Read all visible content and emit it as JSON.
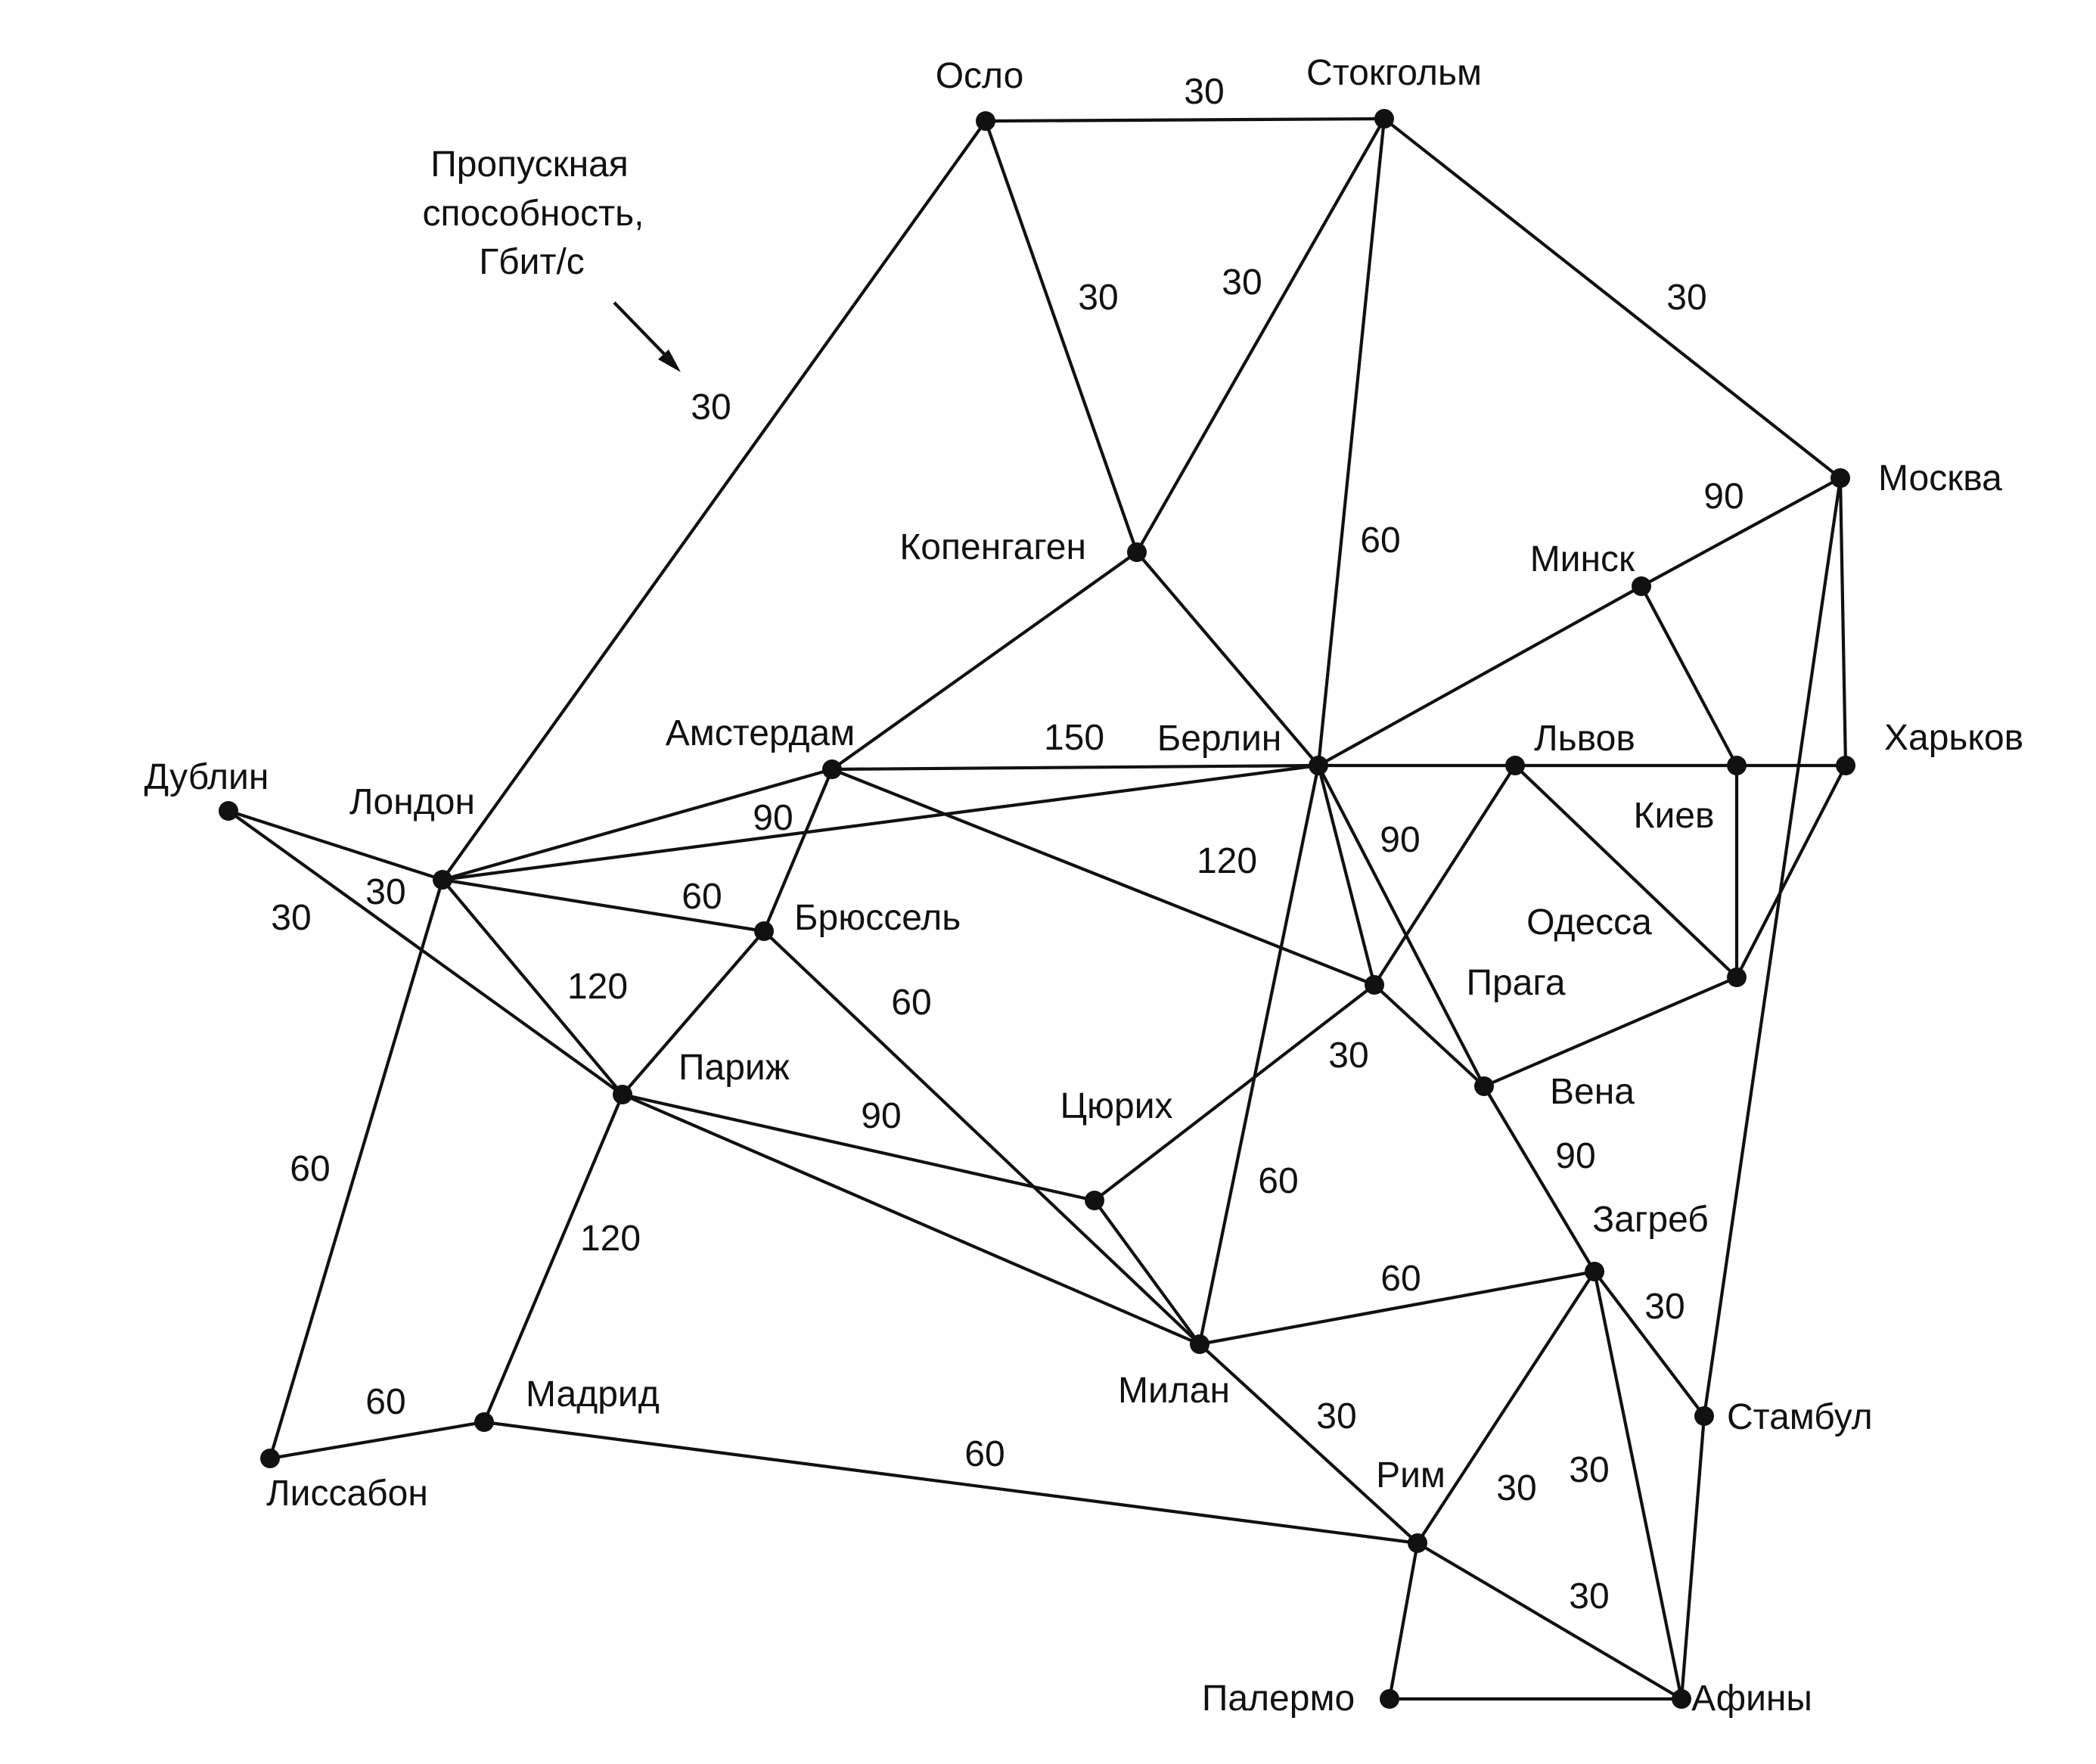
{
  "caption": {
    "lines": [
      "Пропускная",
      "способность,",
      "Гбит/с"
    ]
  },
  "nodes": [
    {
      "id": "oslo",
      "label": "Осло"
    },
    {
      "id": "stockholm",
      "label": "Стокгольм"
    },
    {
      "id": "copenhagen",
      "label": "Копенгаген"
    },
    {
      "id": "moscow",
      "label": "Москва"
    },
    {
      "id": "minsk",
      "label": "Минск"
    },
    {
      "id": "kharkov",
      "label": "Харьков"
    },
    {
      "id": "kiev",
      "label": "Киев"
    },
    {
      "id": "lvov",
      "label": "Львов"
    },
    {
      "id": "berlin",
      "label": "Берлин"
    },
    {
      "id": "amsterdam",
      "label": "Амстердам"
    },
    {
      "id": "dublin",
      "label": "Дублин"
    },
    {
      "id": "london",
      "label": "Лондон"
    },
    {
      "id": "brussels",
      "label": "Брюссель"
    },
    {
      "id": "paris",
      "label": "Париж"
    },
    {
      "id": "odessa",
      "label": "Одесса"
    },
    {
      "id": "prague",
      "label": "Прага"
    },
    {
      "id": "vienna",
      "label": "Вена"
    },
    {
      "id": "zurich",
      "label": "Цюрих"
    },
    {
      "id": "zagreb",
      "label": "Загреб"
    },
    {
      "id": "milan",
      "label": "Милан"
    },
    {
      "id": "istanbul",
      "label": "Стамбул"
    },
    {
      "id": "madrid",
      "label": "Мадрид"
    },
    {
      "id": "lisbon",
      "label": "Лиссабон"
    },
    {
      "id": "rome",
      "label": "Рим"
    },
    {
      "id": "palermo",
      "label": "Палермо"
    },
    {
      "id": "athens",
      "label": "Афины"
    }
  ],
  "edges": [
    {
      "from": "oslo",
      "to": "stockholm",
      "capacity": "30"
    },
    {
      "from": "oslo",
      "to": "copenhagen",
      "capacity": "30"
    },
    {
      "from": "oslo",
      "to": "london",
      "capacity": "30"
    },
    {
      "from": "stockholm",
      "to": "copenhagen",
      "capacity": "30"
    },
    {
      "from": "stockholm",
      "to": "berlin",
      "capacity": "60"
    },
    {
      "from": "stockholm",
      "to": "moscow",
      "capacity": "30"
    },
    {
      "from": "copenhagen",
      "to": "amsterdam",
      "capacity": ""
    },
    {
      "from": "copenhagen",
      "to": "berlin",
      "capacity": ""
    },
    {
      "from": "moscow",
      "to": "minsk",
      "capacity": "90"
    },
    {
      "from": "moscow",
      "to": "kharkov",
      "capacity": ""
    },
    {
      "from": "moscow",
      "to": "istanbul",
      "capacity": ""
    },
    {
      "from": "minsk",
      "to": "berlin",
      "capacity": ""
    },
    {
      "from": "minsk",
      "to": "kiev",
      "capacity": ""
    },
    {
      "from": "kharkov",
      "to": "odessa",
      "capacity": ""
    },
    {
      "from": "kiev",
      "to": "odessa",
      "capacity": ""
    },
    {
      "from": "amsterdam",
      "to": "berlin",
      "capacity": "150"
    },
    {
      "from": "berlin",
      "to": "lvov",
      "capacity": ""
    },
    {
      "from": "lvov",
      "to": "kiev",
      "capacity": ""
    },
    {
      "from": "kiev",
      "to": "kharkov",
      "capacity": ""
    },
    {
      "from": "amsterdam",
      "to": "london",
      "capacity": "90"
    },
    {
      "from": "amsterdam",
      "to": "brussels",
      "capacity": ""
    },
    {
      "from": "amsterdam",
      "to": "prague",
      "capacity": "120"
    },
    {
      "from": "london",
      "to": "berlin",
      "capacity": ""
    },
    {
      "from": "london",
      "to": "brussels",
      "capacity": "60"
    },
    {
      "from": "london",
      "to": "paris",
      "capacity": "120"
    },
    {
      "from": "london",
      "to": "lisbon",
      "capacity": "60"
    },
    {
      "from": "dublin",
      "to": "london",
      "capacity": "30"
    },
    {
      "from": "dublin",
      "to": "paris",
      "capacity": "30"
    },
    {
      "from": "brussels",
      "to": "paris",
      "capacity": ""
    },
    {
      "from": "brussels",
      "to": "milan",
      "capacity": "60"
    },
    {
      "from": "berlin",
      "to": "prague",
      "capacity": "90"
    },
    {
      "from": "berlin",
      "to": "vienna",
      "capacity": ""
    },
    {
      "from": "berlin",
      "to": "milan",
      "capacity": "60"
    },
    {
      "from": "lvov",
      "to": "prague",
      "capacity": ""
    },
    {
      "from": "lvov",
      "to": "odessa",
      "capacity": ""
    },
    {
      "from": "prague",
      "to": "zurich",
      "capacity": "30"
    },
    {
      "from": "prague",
      "to": "vienna",
      "capacity": ""
    },
    {
      "from": "odessa",
      "to": "vienna",
      "capacity": ""
    },
    {
      "from": "vienna",
      "to": "zagreb",
      "capacity": "90"
    },
    {
      "from": "paris",
      "to": "zurich",
      "capacity": "90"
    },
    {
      "from": "paris",
      "to": "milan",
      "capacity": ""
    },
    {
      "from": "paris",
      "to": "madrid",
      "capacity": "120"
    },
    {
      "from": "zurich",
      "to": "milan",
      "capacity": ""
    },
    {
      "from": "milan",
      "to": "zagreb",
      "capacity": "60"
    },
    {
      "from": "milan",
      "to": "rome",
      "capacity": "30"
    },
    {
      "from": "zagreb",
      "to": "istanbul",
      "capacity": "30"
    },
    {
      "from": "zagreb",
      "to": "rome",
      "capacity": "30"
    },
    {
      "from": "zagreb",
      "to": "athens",
      "capacity": "30"
    },
    {
      "from": "istanbul",
      "to": "athens",
      "capacity": ""
    },
    {
      "from": "madrid",
      "to": "lisbon",
      "capacity": "60"
    },
    {
      "from": "madrid",
      "to": "rome",
      "capacity": "60"
    },
    {
      "from": "rome",
      "to": "palermo",
      "capacity": ""
    },
    {
      "from": "rome",
      "to": "athens",
      "capacity": "30"
    },
    {
      "from": "palermo",
      "to": "athens",
      "capacity": ""
    }
  ]
}
